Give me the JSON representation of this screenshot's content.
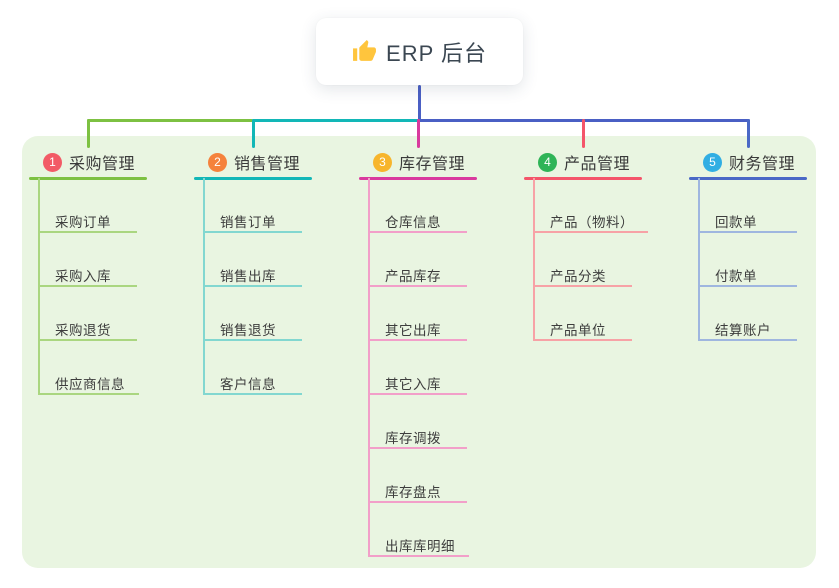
{
  "root": {
    "title": "ERP 后台",
    "icon": "thumbs-up-icon",
    "icon_color": "#ffc53d",
    "connector_color": "#4a5fc4"
  },
  "panel": {
    "background_color": "#e9f5e1"
  },
  "branches": [
    {
      "index": "1",
      "label": "采购管理",
      "badge_color": "#f25b66",
      "line_color": "#7dc142",
      "child_line_color": "#aad680",
      "children": [
        "采购订单",
        "采购入库",
        "采购退货",
        "供应商信息"
      ]
    },
    {
      "index": "2",
      "label": "销售管理",
      "badge_color": "#f5823c",
      "line_color": "#12b7b7",
      "child_line_color": "#82d7d0",
      "children": [
        "销售订单",
        "销售出库",
        "销售退货",
        "客户信息"
      ]
    },
    {
      "index": "3",
      "label": "库存管理",
      "badge_color": "#f7b52c",
      "line_color": "#d93a9e",
      "child_line_color": "#f29fc9",
      "children": [
        "仓库信息",
        "产品库存",
        "其它出库",
        "其它入库",
        "库存调拨",
        "库存盘点",
        "出库库明细"
      ]
    },
    {
      "index": "4",
      "label": "产品管理",
      "badge_color": "#2fb457",
      "line_color": "#f4556a",
      "child_line_color": "#f7a2a6",
      "children": [
        "产品（物料）",
        "产品分类",
        "产品单位"
      ]
    },
    {
      "index": "5",
      "label": "财务管理",
      "badge_color": "#31aee3",
      "line_color": "#4a68c6",
      "child_line_color": "#9fb6df",
      "children": [
        "回款单",
        "付款单",
        "结算账户"
      ]
    }
  ]
}
